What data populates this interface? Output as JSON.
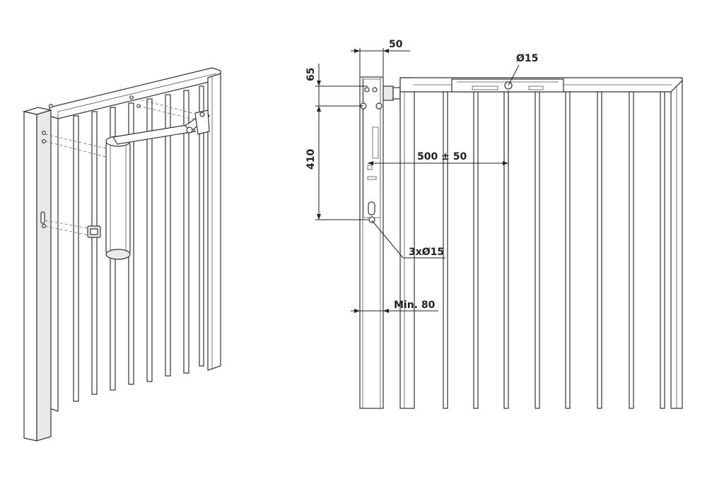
{
  "dimensions": {
    "post_width": "50",
    "top_offset": "65",
    "hole_spacing": "410",
    "arm_distance": "500 ± 50",
    "top_hole": "Ø15",
    "post_holes": "3xØ15",
    "min_post": "Min. 80"
  },
  "colors": {
    "line": "#333333",
    "fill_grey": "#e9e9e9",
    "background": "#ffffff"
  }
}
